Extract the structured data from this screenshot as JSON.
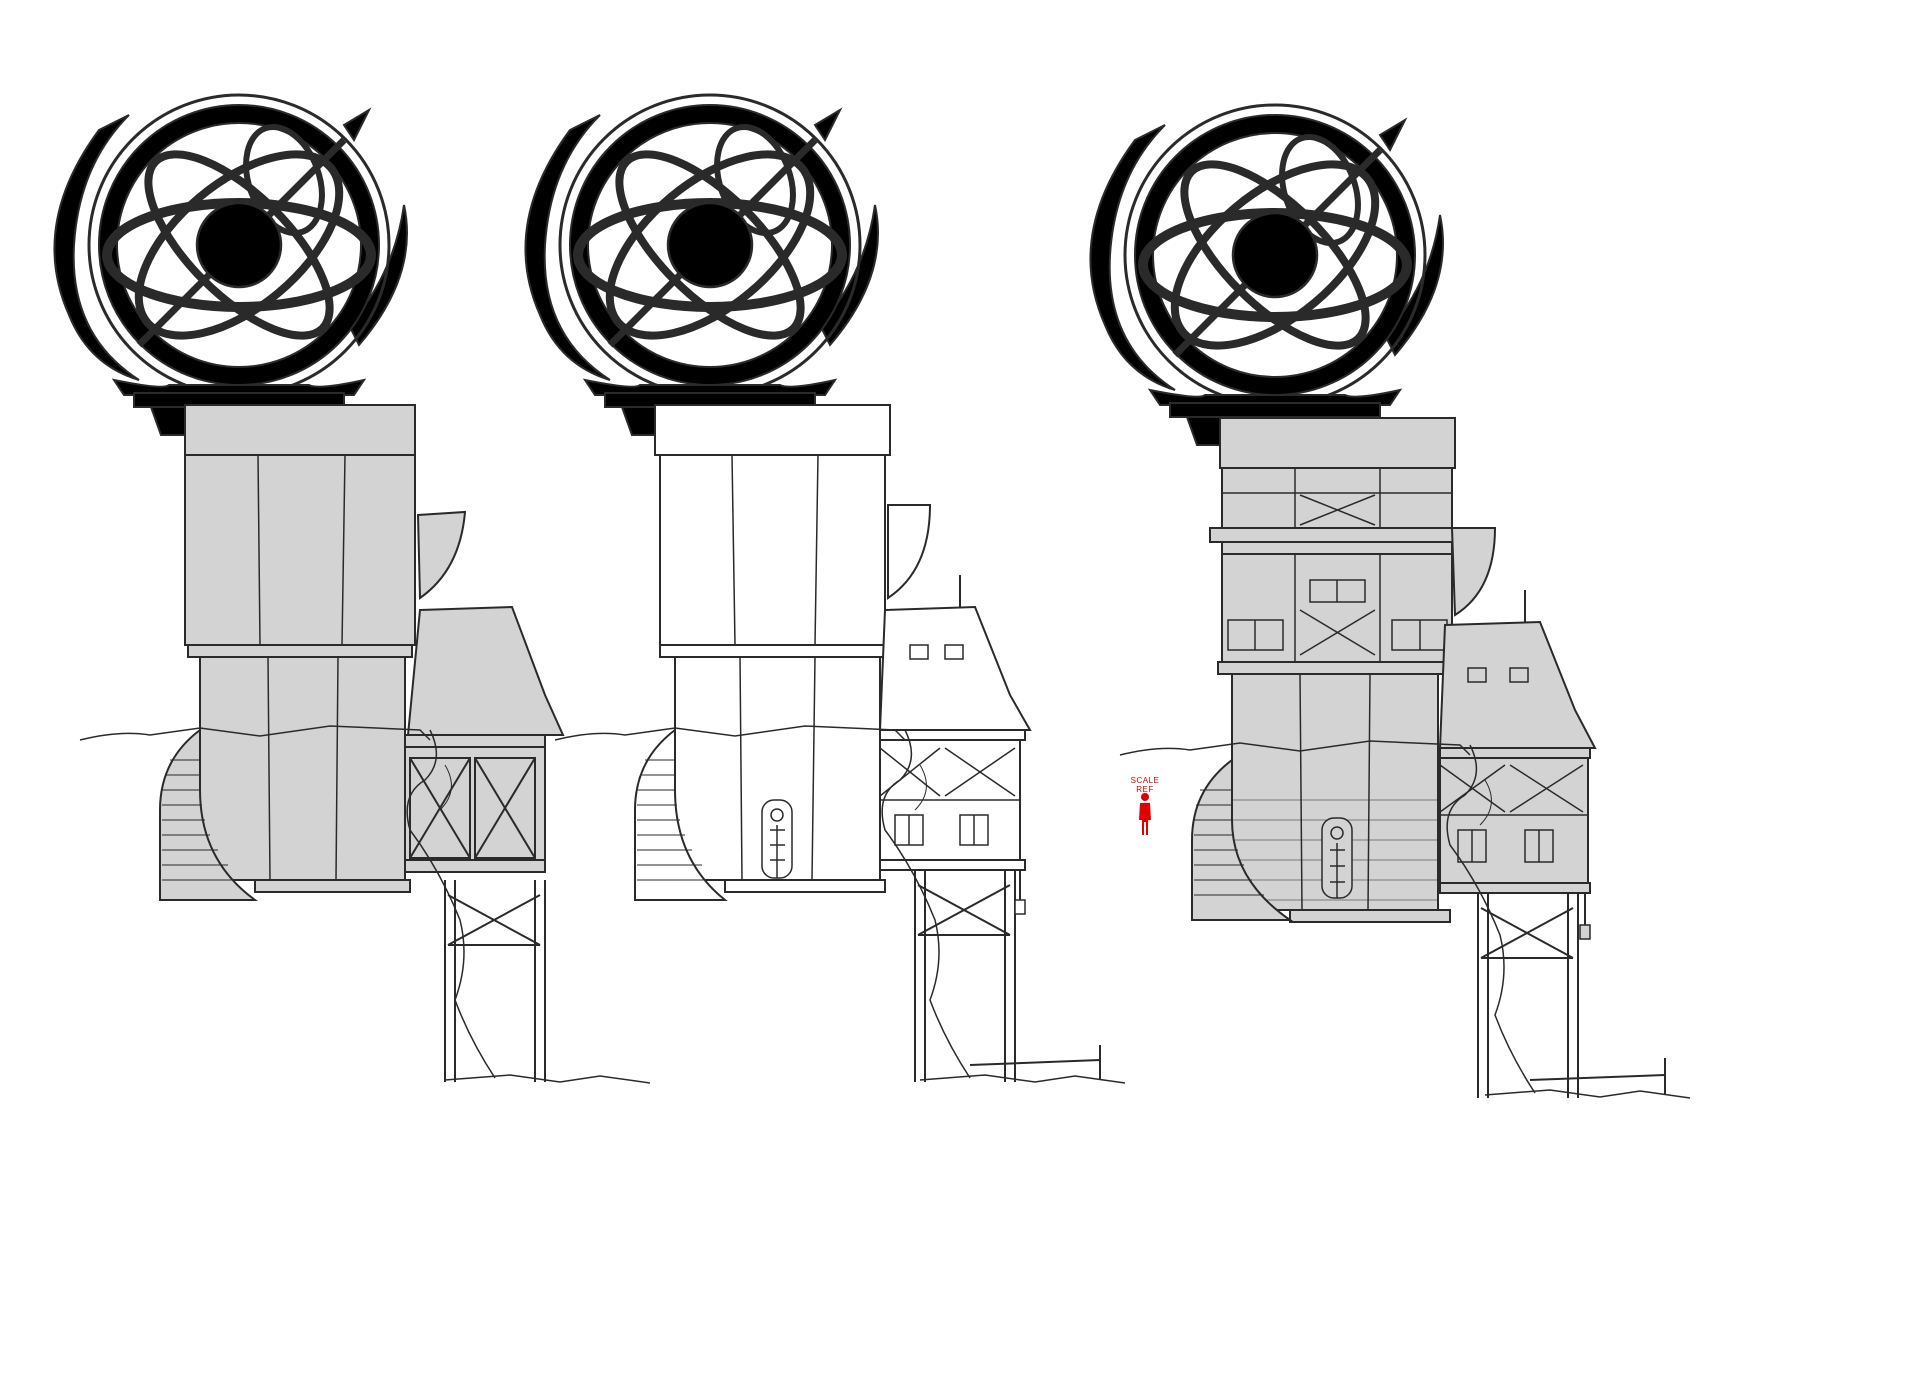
{
  "scene": {
    "background": "#ffffff",
    "colors": {
      "line": "#2a2a2a",
      "fill_gray": "#d3d3d3",
      "fill_white": "#ffffff",
      "scale_figure": "#e00000"
    },
    "variants": [
      "gray",
      "white",
      "detailed"
    ]
  },
  "scale_reference": {
    "label": "SCALE REF",
    "icon": "human-figure-icon"
  }
}
